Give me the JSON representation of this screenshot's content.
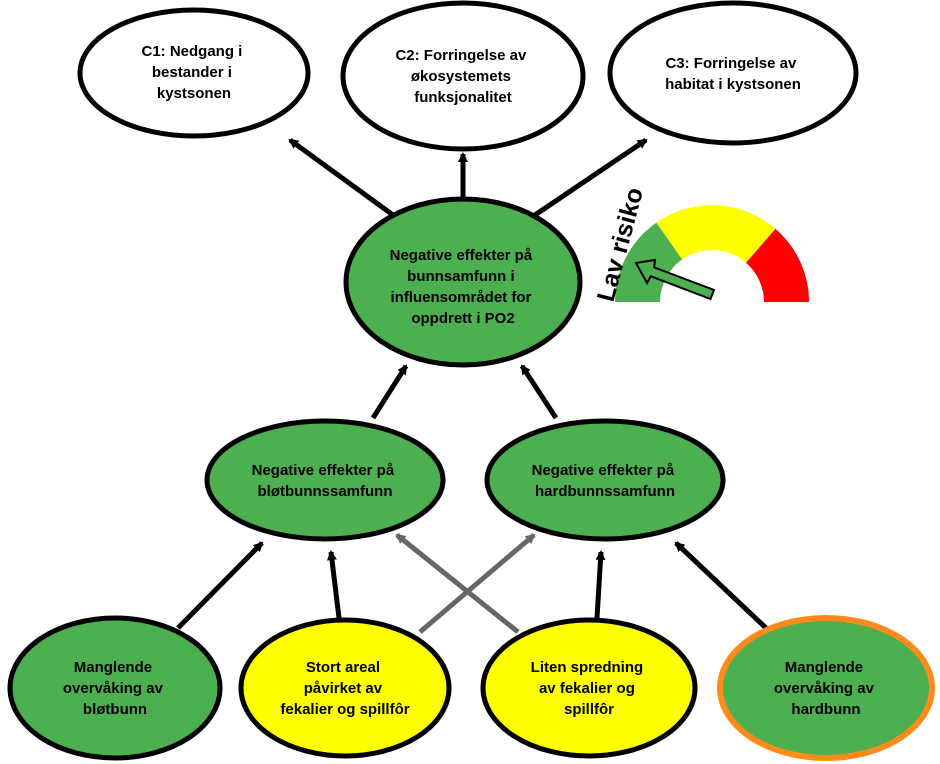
{
  "colors": {
    "green": "#4caf50",
    "yellow": "#ffff00",
    "white": "#ffffff",
    "orange": "#ff8c1a",
    "black": "#000000",
    "grey_arrow": "#666666",
    "gauge_green": "#4caf50",
    "gauge_yellow": "#ffff00",
    "gauge_red": "#ff0000"
  },
  "nodes": {
    "c1": {
      "lines": [
        "C1: Nedgang i",
        "bestander i",
        "kystsonen"
      ]
    },
    "c2": {
      "lines": [
        "C2: Forringelse av",
        "økosystemets",
        "funksjonalitet"
      ]
    },
    "c3": {
      "lines": [
        "C3: Forringelse av",
        "habitat i kystsonen"
      ]
    },
    "center": {
      "lines": [
        "Negative effekter på",
        "bunnsamfunn i",
        "influensområdet for",
        "oppdrett i PO2"
      ]
    },
    "soft": {
      "lines": [
        "Negative effekter på",
        "bløtbunnssamfunn"
      ]
    },
    "hard": {
      "lines": [
        "Negative effekter på",
        "hardbunnssamfunn"
      ]
    },
    "b1": {
      "lines": [
        "Manglende",
        "overvåking av",
        "bløtbunn"
      ]
    },
    "b2": {
      "lines": [
        "Stort areal",
        "påvirket av",
        "fekalier og spillfôr"
      ]
    },
    "b3": {
      "lines": [
        "Liten spredning",
        "av fekalier og",
        "spillfôr"
      ]
    },
    "b4": {
      "lines": [
        "Manglende",
        "overvåking av",
        "hardbunn"
      ]
    }
  },
  "gauge": {
    "label": "Lav risiko",
    "level": "low",
    "segments": [
      "green",
      "yellow",
      "red"
    ]
  }
}
